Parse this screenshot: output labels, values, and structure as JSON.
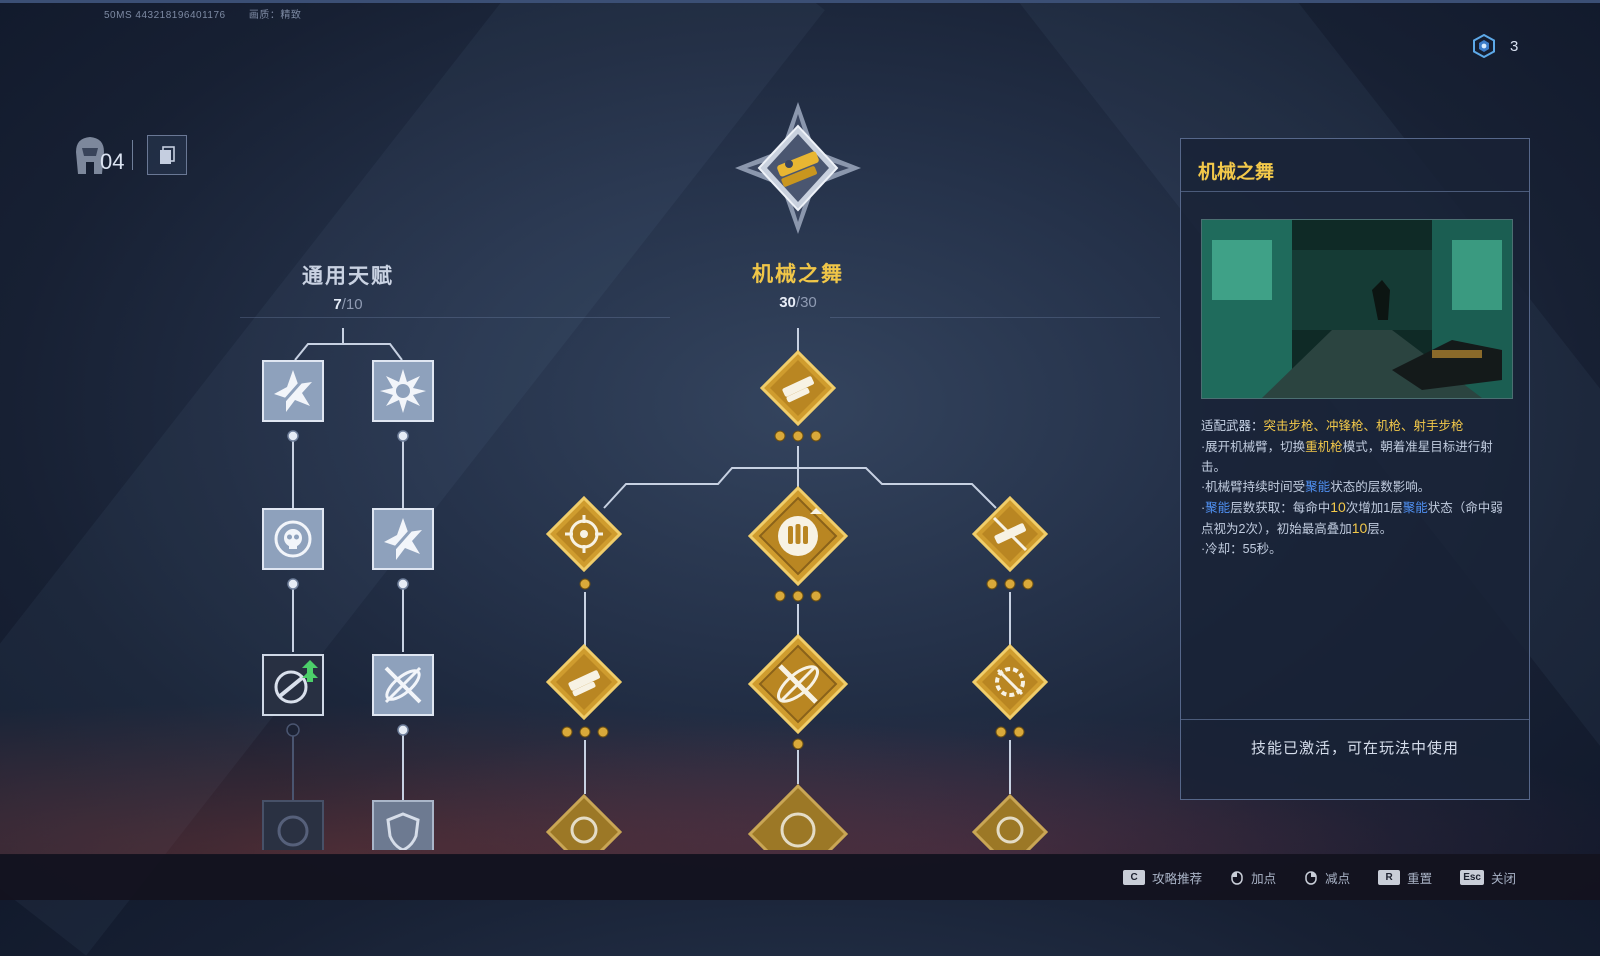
{
  "top_meta": {
    "session": "50MS  443218196401176",
    "quality": "画质：精致"
  },
  "currency": {
    "value": "3"
  },
  "level": {
    "value": "04"
  },
  "general": {
    "title": "通用天赋",
    "current": "7",
    "max": "/10"
  },
  "mech": {
    "title": "机械之舞",
    "current": "30",
    "max": "/30"
  },
  "detail": {
    "title": "机械之舞",
    "weapons_label": "适配武器：",
    "weapons_value": "突击步枪、冲锋枪、机枪、射手步枪",
    "desc1_a": "·展开机械臂，切换",
    "desc1_hl": "重机枪",
    "desc1_b": "模式，朝着准星目标进行射击。",
    "desc2_a": "·机械臂持续时间受",
    "desc2_hl": "聚能",
    "desc2_b": "状态的层数影响。",
    "desc3_hl1": "聚能",
    "desc3_a": "层数获取：每命中",
    "desc3_n1": "10",
    "desc3_b": "次增加1层",
    "desc3_hl2": "聚能",
    "desc3_c": "状态（命中弱点视为2次），初始最高叠加",
    "desc3_n2": "10",
    "desc3_d": "层。",
    "desc4": "·冷却：55秒。",
    "footer": "技能已激活，可在玩法中使用"
  },
  "hints": [
    {
      "key": "C",
      "label": "攻略推荐"
    },
    {
      "key": "mouse",
      "label": "加点"
    },
    {
      "key": "mouse",
      "label": "减点"
    },
    {
      "key": "R",
      "label": "重置"
    },
    {
      "key": "Esc",
      "label": "关闭"
    }
  ],
  "colors": {
    "gold": "#d9a93a",
    "gold_text": "#f2c84a",
    "silver": "#8ea1bc",
    "blue_highlight": "#4f8ff0"
  },
  "icons": {
    "currency": "hex-token-icon",
    "level": "helmet-icon",
    "copy": "copy-icon",
    "emblem": "mech-dance-emblem-icon"
  }
}
